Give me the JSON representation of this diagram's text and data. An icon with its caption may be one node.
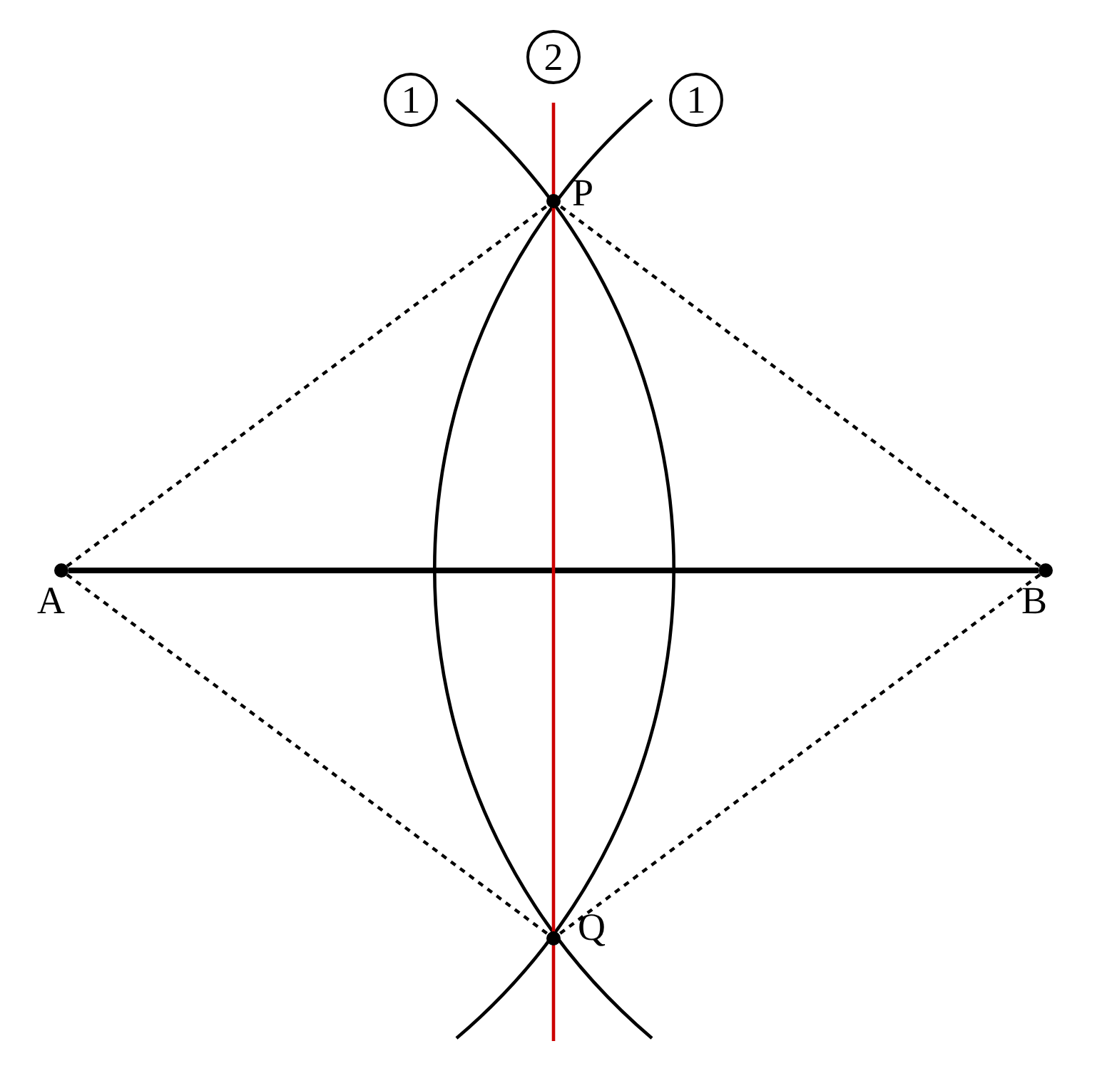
{
  "diagram": {
    "nodes": [
      {
        "text": [
          "P"
        ]
      },
      {
        "text": [
          "A"
        ]
      },
      {
        "text": [
          "B"
        ]
      },
      {
        "text": [
          "Q"
        ]
      }
    ],
    "edges": [
      {
        "from": 1,
        "to": 2,
        "arrow": "none",
        "style": "thick"
      },
      {
        "from": 1,
        "to": 0,
        "arrow": "none",
        "style": "dashed"
      },
      {
        "from": 2,
        "to": 0,
        "arrow": "none",
        "style": "dashed"
      },
      {
        "from": 1,
        "to": 3,
        "arrow": "none",
        "style": "dashed"
      },
      {
        "from": 2,
        "to": 3,
        "arrow": "none",
        "style": "dashed"
      }
    ],
    "labels": [
      "1",
      "2",
      "1"
    ]
  }
}
